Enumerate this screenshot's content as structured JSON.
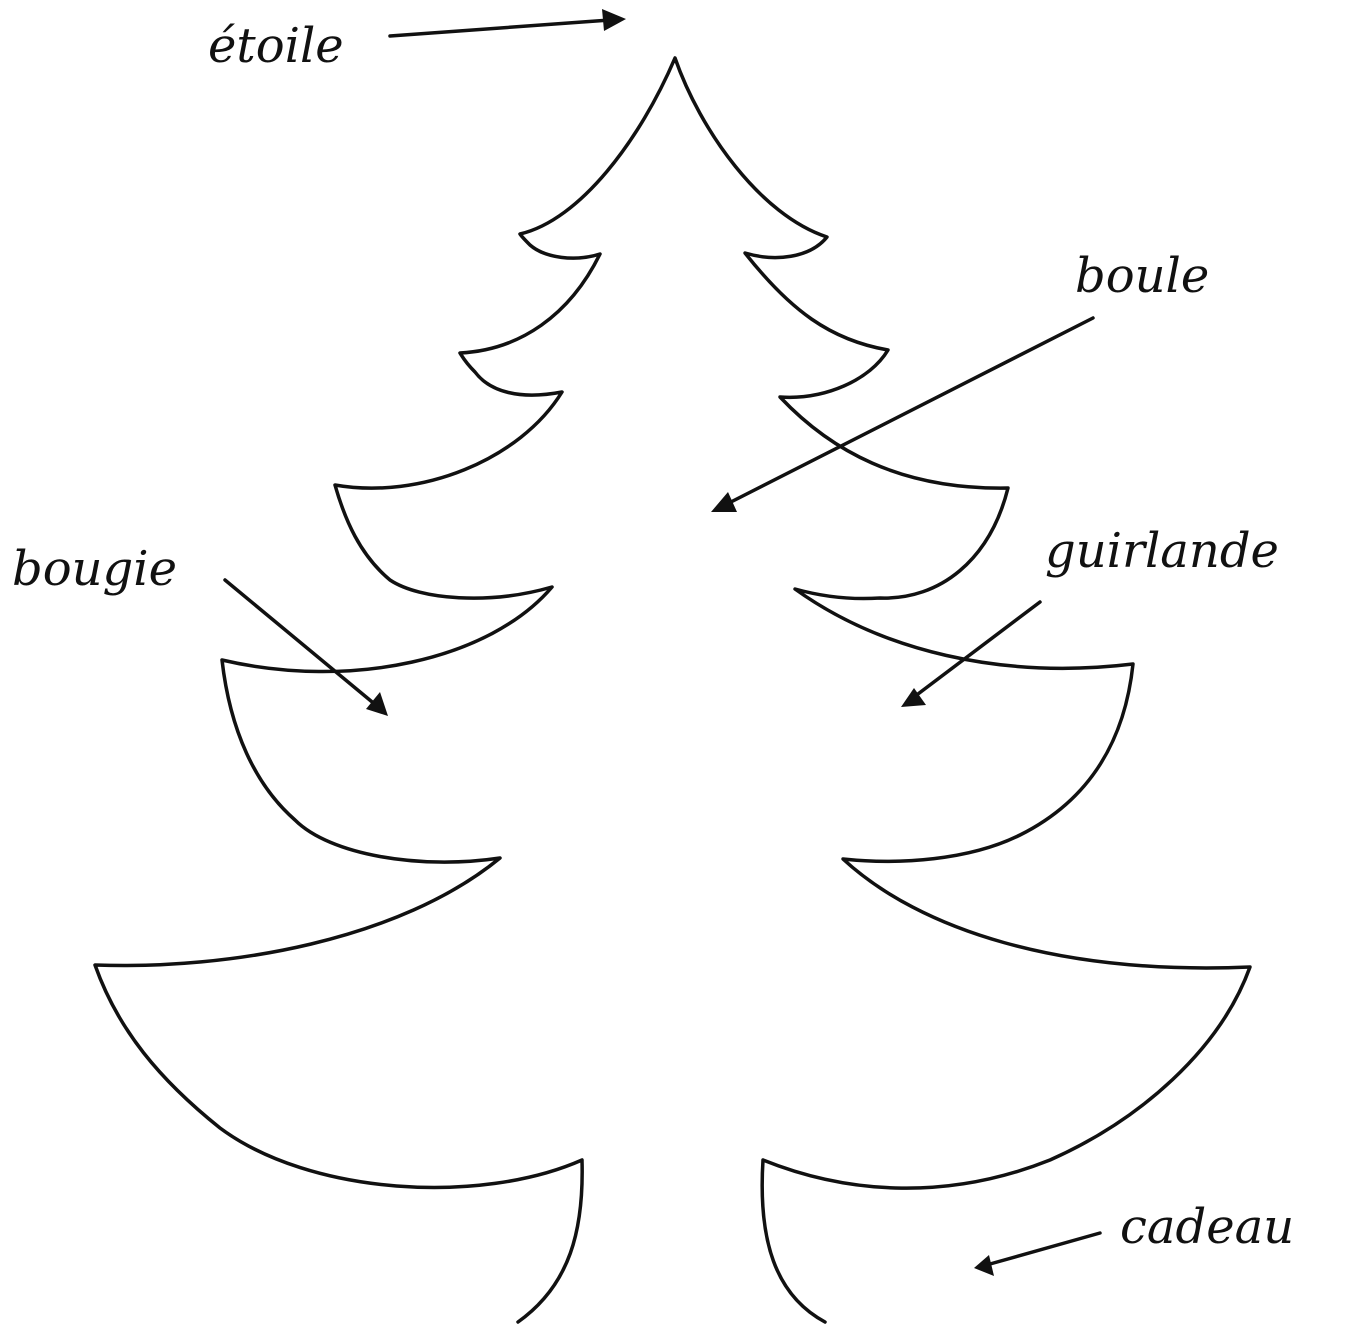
{
  "labels": {
    "star": "étoile",
    "ball": "boule",
    "candle": "bougie",
    "garland": "guirlande",
    "gift": "cadeau"
  },
  "colors": {
    "ink": "#111111",
    "background": "#ffffff"
  }
}
